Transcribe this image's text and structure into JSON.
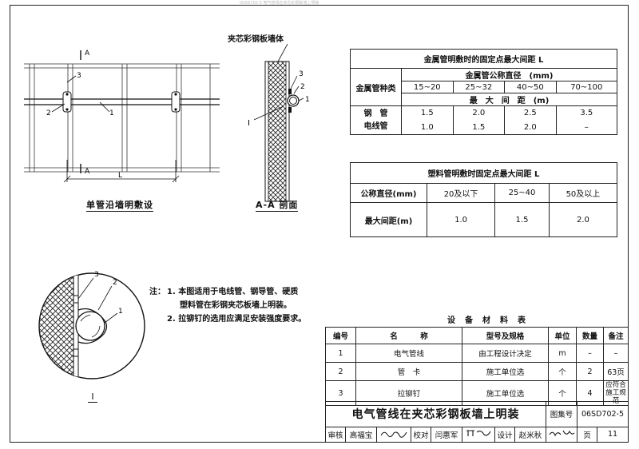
{
  "header_faint": "06SD702-5  电气管线在夹芯彩钢板墙上明装",
  "drawings": {
    "front_view_caption": "单管沿墙明敷设",
    "section_caption": "A-A  剖面",
    "detail_caption": "I",
    "panel_label": "夹芯彩钢板墙体",
    "section_marker": "A",
    "length_label": "L",
    "callouts": [
      "1",
      "2",
      "3"
    ],
    "detail_marker": "I"
  },
  "metal_table": {
    "title": "金属管明敷时的固定点最大间距 L",
    "type_header": "金属管种类",
    "dia_header": "金属管公称直径　(mm)",
    "dia_values": [
      "15~20",
      "25~32",
      "40~50",
      "70~100"
    ],
    "spacing_header": "最　大　间　距　(m)",
    "rows": [
      {
        "name": "钢　管",
        "values": [
          "1.5",
          "2.0",
          "2.5",
          "3.5"
        ]
      },
      {
        "name": "电线管",
        "values": [
          "1.0",
          "1.5",
          "2.0",
          "–"
        ]
      }
    ]
  },
  "plastic_table": {
    "title": "塑料管明敷时固定点最大间距 L",
    "dia_label": "公称直径(mm)",
    "dia_values": [
      "20及以下",
      "25~40",
      "50及以上"
    ],
    "spacing_label": "最大间距(m)",
    "spacing_values": [
      "1.0",
      "1.5",
      "2.0"
    ]
  },
  "notes": {
    "prefix": "注：",
    "items": [
      "1.  本图适用于电线管、钢导管、硬质",
      "塑料管在彩钢夹芯板墙上明装。",
      "2.  拉铆钉的选用应满足安装强度要求。"
    ]
  },
  "materials": {
    "title": "设　备　材　料　表",
    "headers": [
      "编号",
      "名　　　称",
      "型号及规格",
      "单位",
      "数量",
      "备注"
    ],
    "rows": [
      {
        "no": "1",
        "name": "电气管线",
        "spec": "由工程设计决定",
        "unit": "m",
        "qty": "–",
        "note": "–"
      },
      {
        "no": "2",
        "name": "管　卡",
        "spec": "施工单位选",
        "unit": "个",
        "qty": "2",
        "note": "63页"
      },
      {
        "no": "3",
        "name": "拉铆钉",
        "spec": "施工单位选",
        "unit": "个",
        "qty": "4",
        "note": "应符合施工规范"
      }
    ]
  },
  "title_block": {
    "title": "电气管线在夹芯彩钢板墙上明装",
    "atlas_label": "图集号",
    "atlas_no": "06SD702-5",
    "review_label": "审核",
    "reviewer": "高福宝",
    "check_label": "校对",
    "checker": "闫惠军",
    "design_label": "设计",
    "designer": "赵米秋",
    "page_label": "页",
    "page_no": "11"
  }
}
